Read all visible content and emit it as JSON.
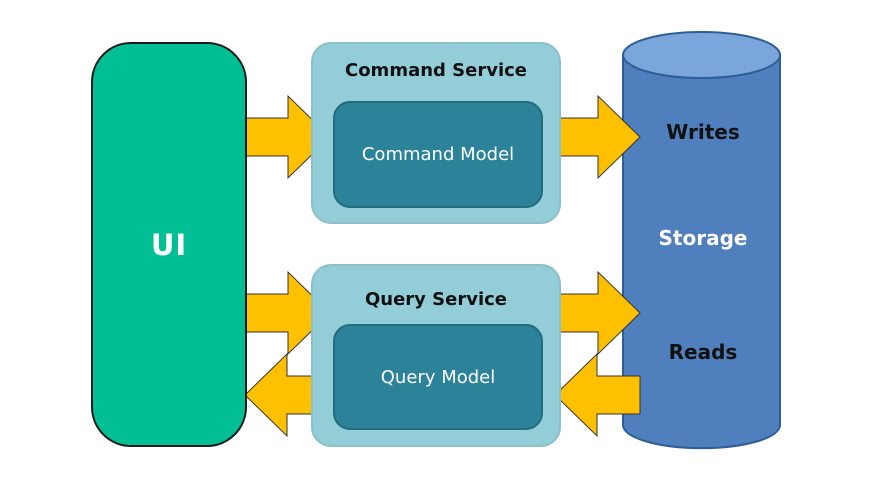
{
  "ui": {
    "label": "UI"
  },
  "command_service": {
    "title": "Command Service",
    "model_label": "Command Model"
  },
  "query_service": {
    "title": "Query Service",
    "model_label": "Query Model"
  },
  "storage": {
    "label": "Storage",
    "writes_label": "Writes",
    "reads_label": "Reads"
  },
  "colors": {
    "ui_fill": "#00bf94",
    "service_fill": "#93cdd8",
    "model_fill": "#2c8298",
    "storage_fill": "#4f7fbc",
    "storage_top": "#7aa6dc",
    "arrow_fill": "#ffc000"
  }
}
